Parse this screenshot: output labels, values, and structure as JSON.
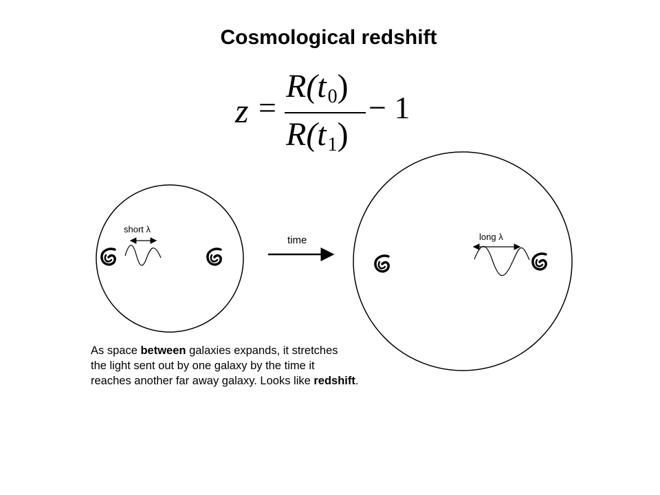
{
  "title": "Cosmological redshift",
  "formula": {
    "lhs": "z",
    "equals": "=",
    "numerator": "R(t",
    "numerator_sub": "0",
    "denominator": "R(t",
    "denominator_sub": "1",
    "close_paren": ")",
    "tail": "− 1"
  },
  "diagram": {
    "short_label": "short λ",
    "long_label": "long λ",
    "time_label": "time"
  },
  "caption": {
    "line1_a": "As space ",
    "line1_b": "between",
    "line1_c": " galaxies expands, it stretches",
    "line2": "the light sent out by one galaxy by the time it",
    "line3_a": "reaches another far away galaxy. Looks like ",
    "line3_b": "redshift",
    "line3_c": "."
  }
}
